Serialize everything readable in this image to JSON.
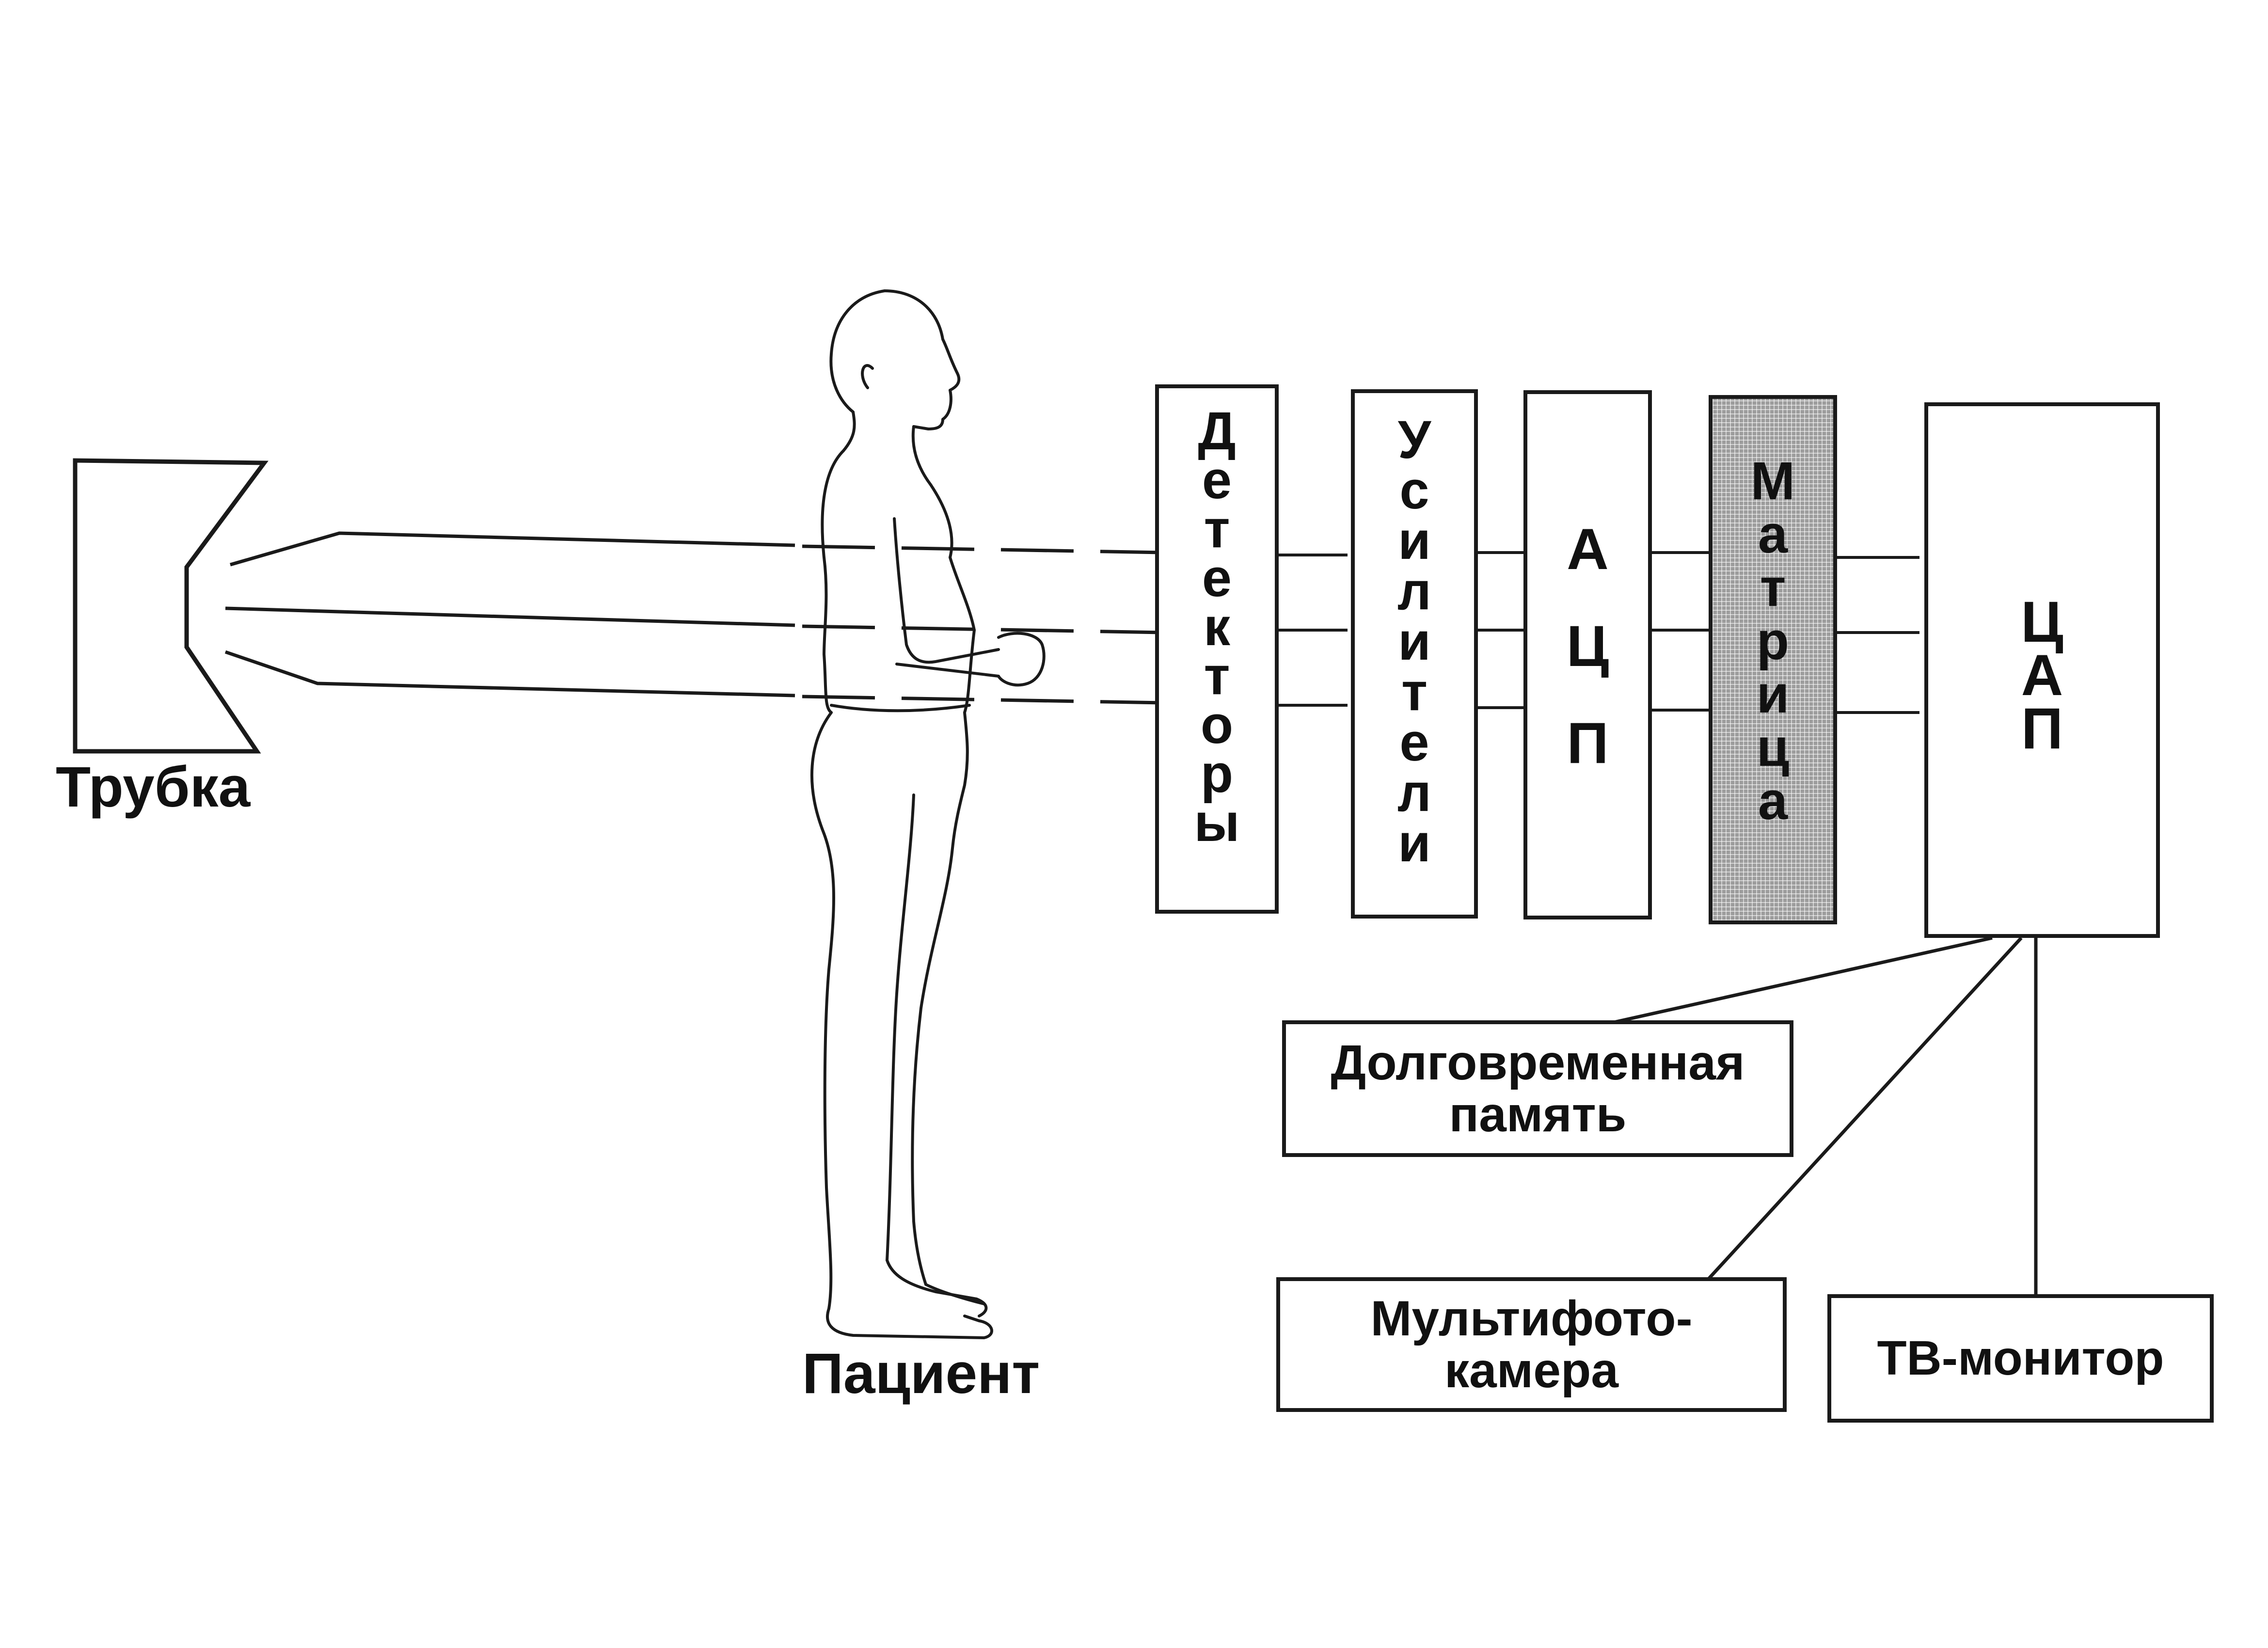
{
  "labels": {
    "tube": "Трубка",
    "patient": "Пациент"
  },
  "pipeline": {
    "detectors": "Детекторы",
    "amplifiers": "Усилители",
    "adc": "АЦП",
    "matrix": "Матрица",
    "dac": "ЦАП"
  },
  "outputs": {
    "long_term_memory": "Долговременная\nпамять",
    "multiformat_camera": "Мультифото-\nкамера",
    "tv_monitor": "ТВ-монитор"
  },
  "colors": {
    "ink": "#1a1a1a",
    "matrix_fill": "#9c9c9c"
  }
}
